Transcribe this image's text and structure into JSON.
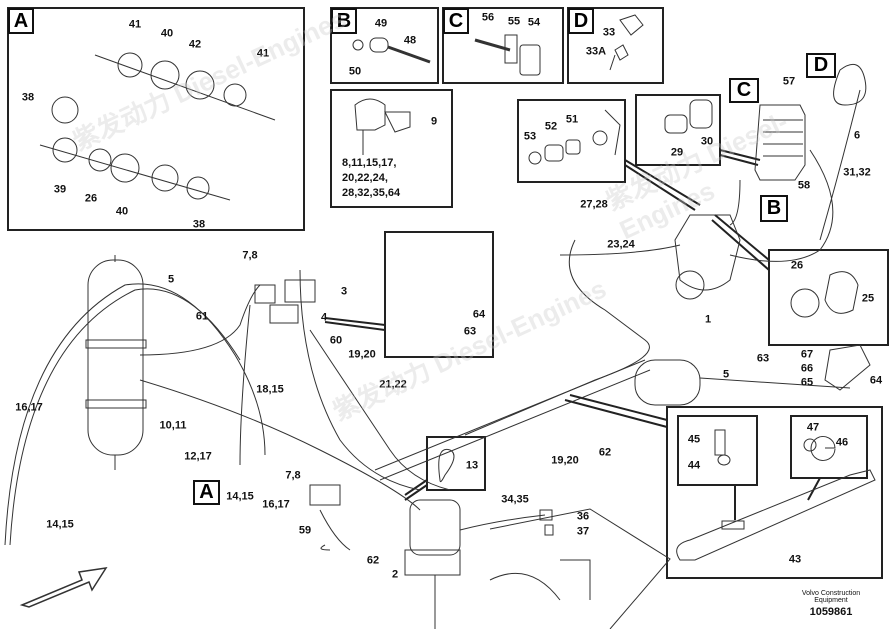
{
  "callouts": {
    "a": [
      "41",
      "40",
      "42",
      "41",
      "38",
      "39",
      "26",
      "40",
      "38"
    ],
    "b": [
      "49",
      "48",
      "50"
    ],
    "c": [
      "56",
      "55",
      "54"
    ],
    "d": [
      "33",
      "33A"
    ],
    "clip": {
      "label": "9",
      "lines": [
        "8,11,15,17,",
        "20,22,24,",
        "28,32,35,64"
      ]
    },
    "fitting": [
      "53",
      "52",
      "51"
    ],
    "valve": [
      "29",
      "30"
    ],
    "compressor": [
      "57",
      "6",
      "58",
      "31,32",
      "27,28",
      "23,24",
      "1"
    ],
    "sensor": [
      "26",
      "25"
    ],
    "tank_right": [
      "5",
      "63",
      "67",
      "66",
      "65",
      "64"
    ],
    "bracket": [
      "45",
      "44",
      "47",
      "46",
      "43"
    ],
    "lower": [
      "13",
      "19,20",
      "62",
      "34,35",
      "36",
      "37"
    ],
    "left": [
      "5",
      "7,8",
      "3",
      "4",
      "61",
      "60",
      "19,20",
      "21,22",
      "18,15",
      "16,17",
      "10,11",
      "12,17",
      "14,15",
      "16,17",
      "7,8",
      "59",
      "62",
      "2",
      "14,15"
    ],
    "photo": [
      "64",
      "63"
    ]
  },
  "detail_letters": {
    "A": "A",
    "B": "B",
    "C": "C",
    "D": "D"
  },
  "footer": {
    "company_line1": "Volvo Construction",
    "company_line2": "Equipment",
    "drawing_number": "1059861"
  },
  "watermark": "紫发动力 Diesel-Engines"
}
